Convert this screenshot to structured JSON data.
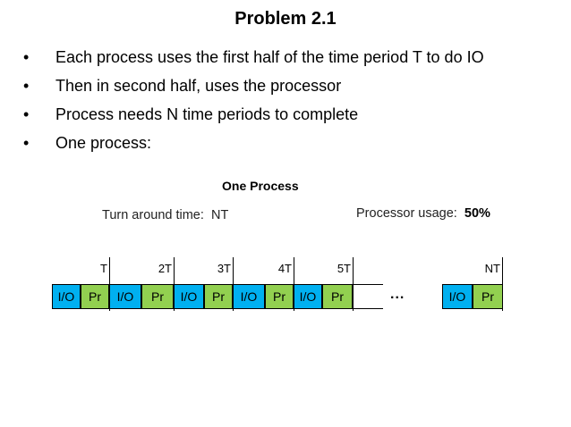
{
  "slide": {
    "title": "Problem 2.1",
    "bullets": [
      "Each process uses the first half of the time period T to do IO",
      "Then in second half, uses the processor",
      "Process needs N time periods to complete",
      "One process:"
    ]
  },
  "diagram": {
    "title": "One Process",
    "turnaround_label": "Turn around time:",
    "turnaround_value": "NT",
    "usage_label": "Processor usage:",
    "usage_value": "50%",
    "ticks": [
      "T",
      "2T",
      "3T",
      "4T",
      "5T",
      "NT"
    ],
    "segments": [
      "I/O",
      "Pr",
      "I/O",
      "Pr",
      "I/O",
      "Pr",
      "I/O",
      "Pr",
      "I/O",
      "Pr"
    ],
    "ellipsis": "...",
    "last_segments": [
      "I/O",
      "Pr"
    ],
    "colors": {
      "io": "#00b0f0",
      "pr": "#92d050"
    }
  }
}
